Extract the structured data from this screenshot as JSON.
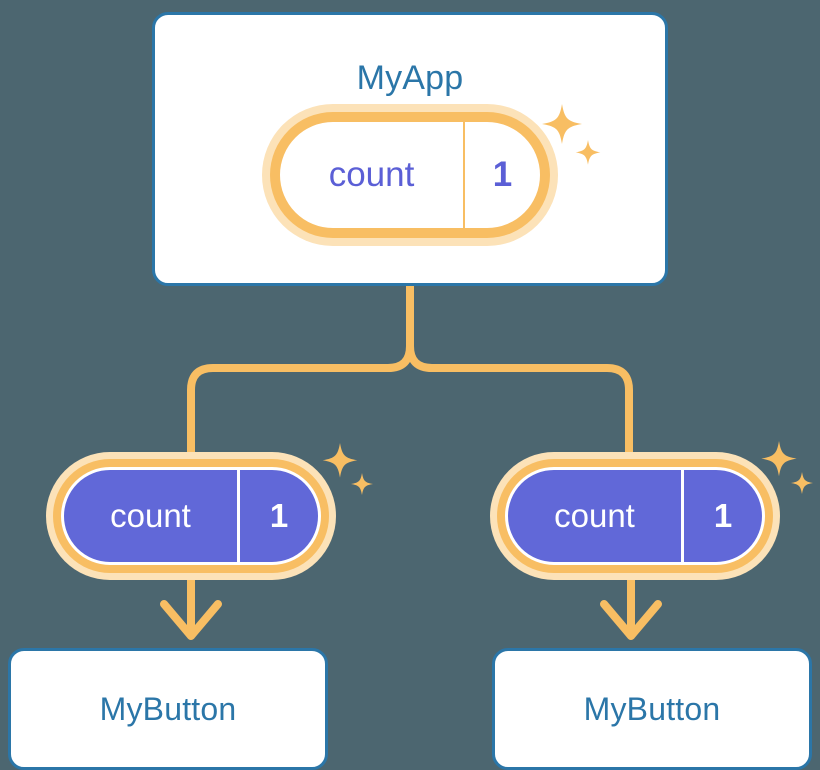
{
  "diagram": {
    "title_app": "MyApp",
    "background_color": "#4c6670",
    "accent_blue": "#2b76a8",
    "accent_orange": "#f8be63",
    "accent_orange_light": "#fce2b8",
    "accent_purple": "#6168d8"
  },
  "app_card": {
    "label": "MyApp",
    "state_pill": {
      "key": "count",
      "value": "1"
    }
  },
  "branches": [
    {
      "state_pill": {
        "key": "count",
        "value": "1"
      },
      "child_card": {
        "label": "MyButton"
      }
    },
    {
      "state_pill": {
        "key": "count",
        "value": "1"
      },
      "child_card": {
        "label": "MyButton"
      }
    }
  ],
  "icons": {
    "sparkle_large": "sparkle-icon",
    "sparkle_small": "sparkle-icon",
    "arrow_down": "arrow-down-icon"
  }
}
